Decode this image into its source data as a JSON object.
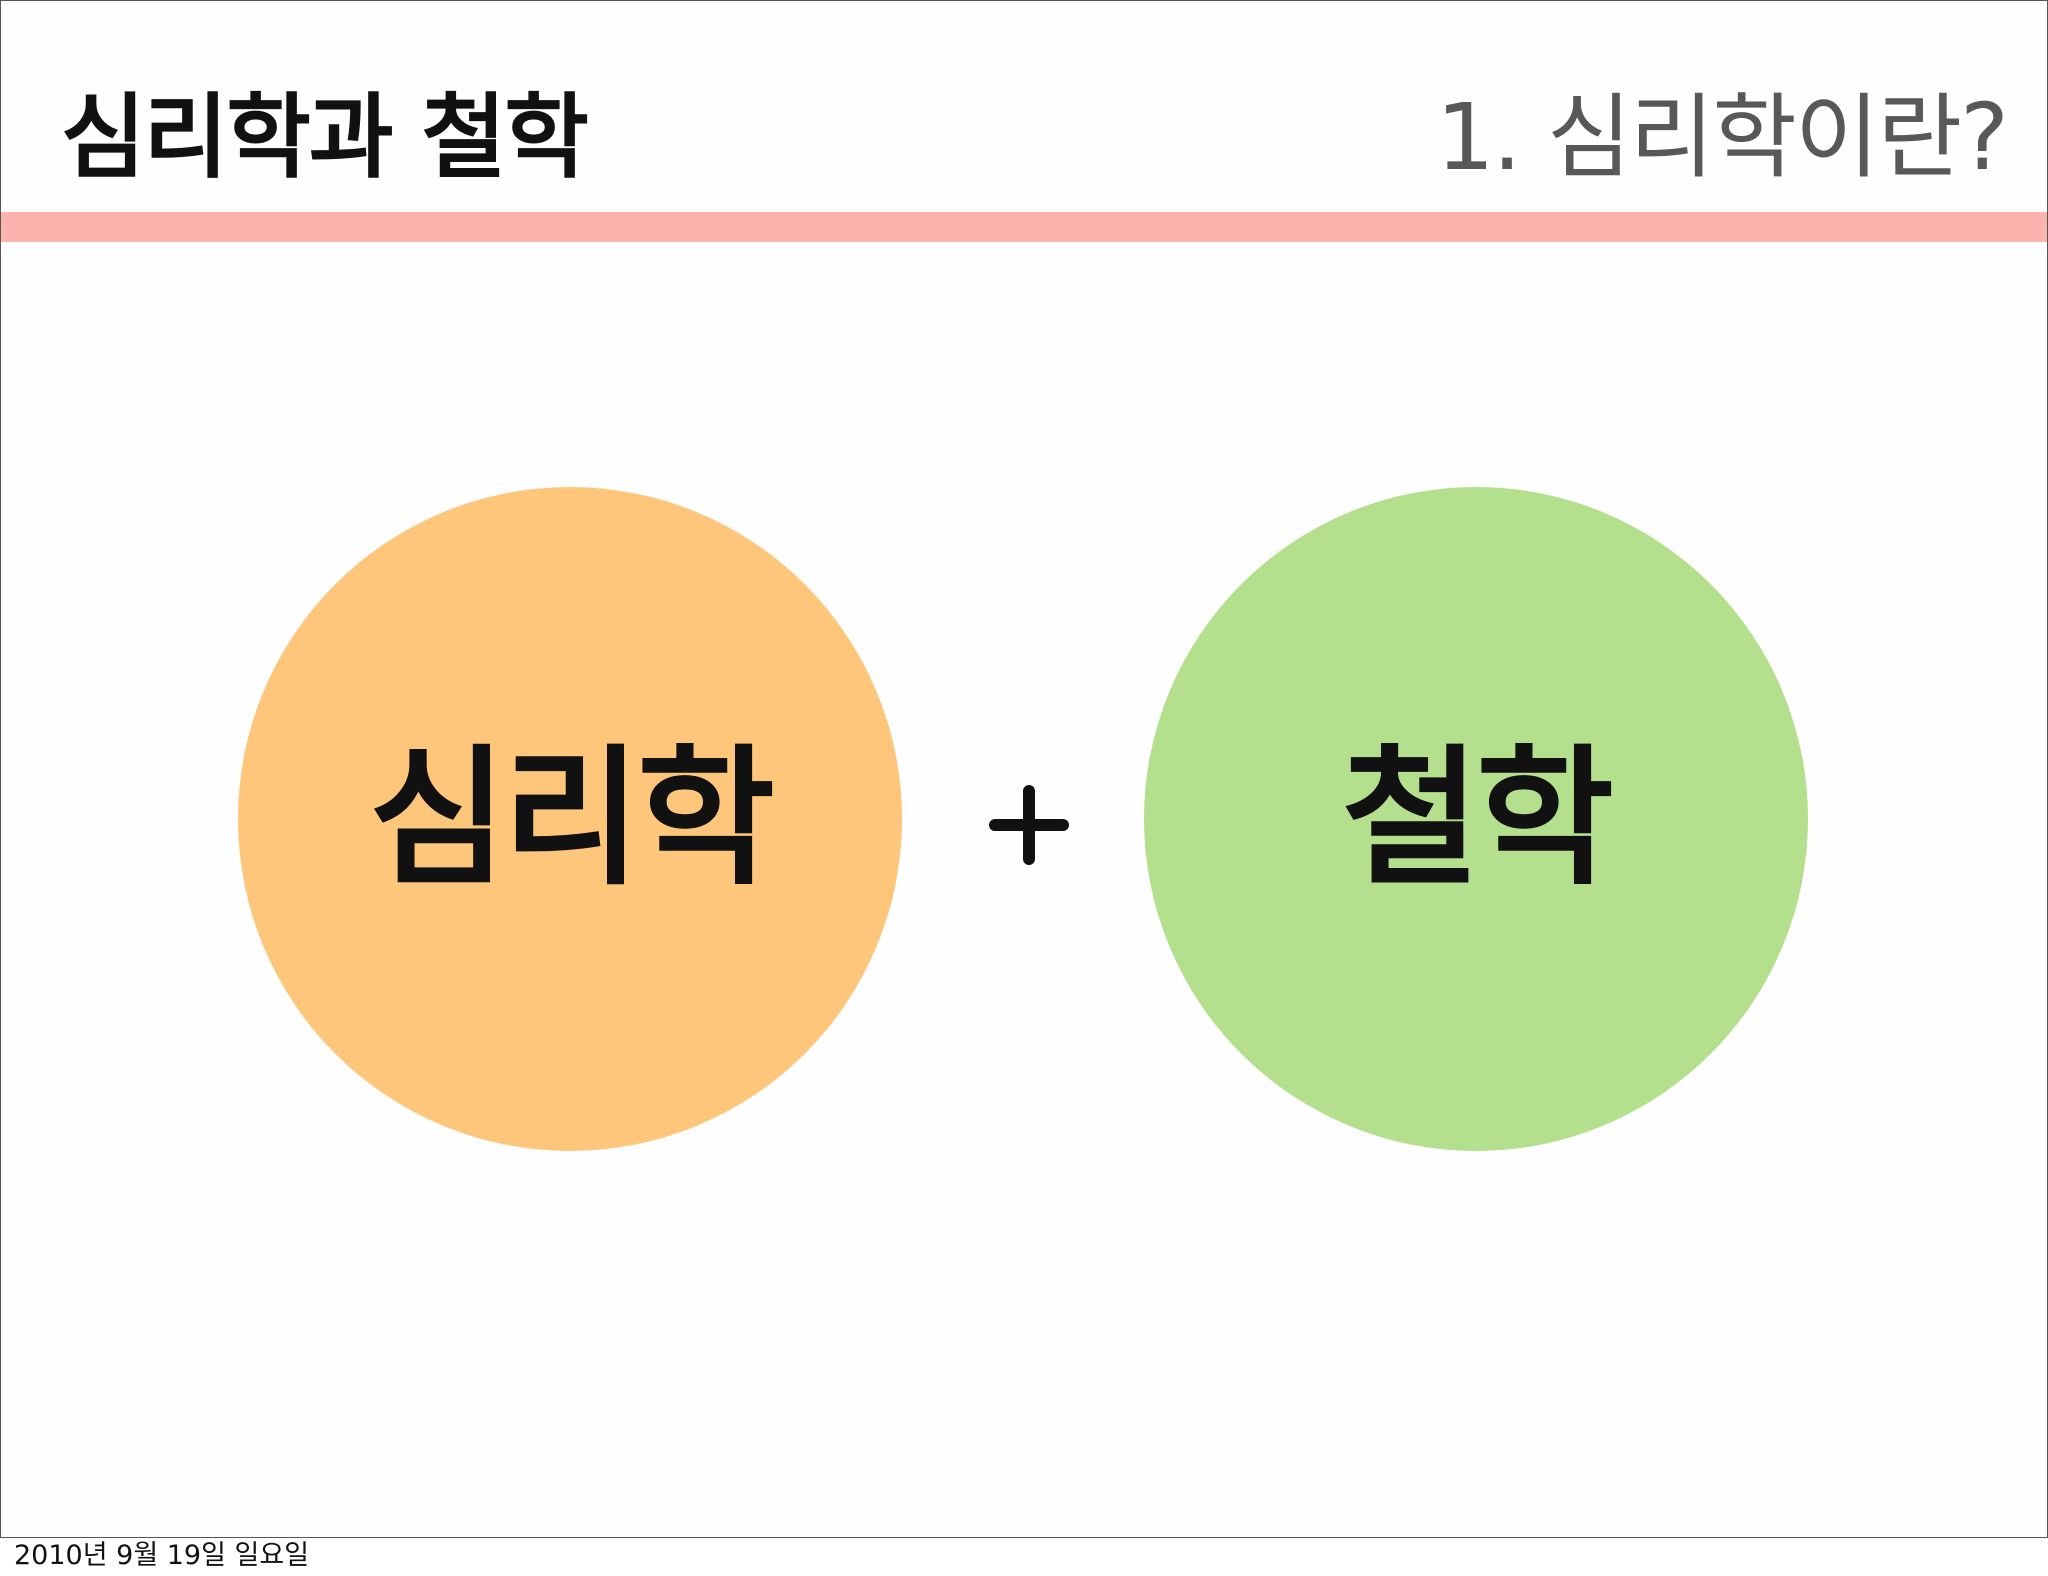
{
  "slide": {
    "title": "심리학과 철학",
    "section": "1. 심리학이란?",
    "accent_color": "#fdb3ad"
  },
  "diagram": {
    "left_circle": {
      "label": "심리학",
      "color": "#fec67b"
    },
    "operator_icon": "plus-icon",
    "right_circle": {
      "label": "철학",
      "color": "#b4df8c"
    }
  },
  "footer": {
    "date": "2010년 9월 19일 일요일"
  }
}
